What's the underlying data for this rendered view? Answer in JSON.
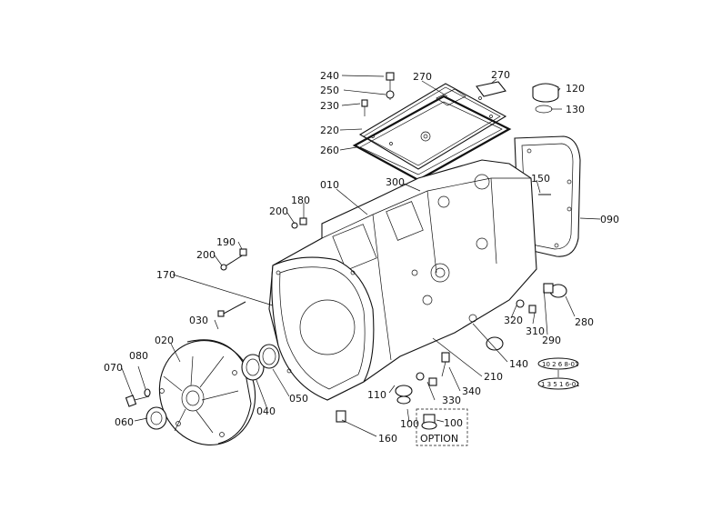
{
  "parts": {
    "p010": "010",
    "p020": "020",
    "p030": "030",
    "p040": "040",
    "p050": "050",
    "p060": "060",
    "p070": "070",
    "p080": "080",
    "p090": "090",
    "p100a": "100",
    "p100b": "100",
    "p110": "110",
    "p120": "120",
    "p130": "130",
    "p140": "140",
    "p150": "150",
    "p160": "160",
    "p170": "170",
    "p180": "180",
    "p190": "190",
    "p200a": "200",
    "p200b": "200",
    "p210": "210",
    "p220": "220",
    "p230": "230",
    "p240": "240",
    "p250": "250",
    "p260": "260",
    "p270a": "270",
    "p270b": "270",
    "p280": "280",
    "p290": "290",
    "p300": "300",
    "p310": "310",
    "p320": "320",
    "p330": "330",
    "p340": "340"
  },
  "option_label": "OPTION",
  "stamps": {
    "code1": "10 2 6 8-01",
    "code2": "1 3 5 1 6-01"
  }
}
